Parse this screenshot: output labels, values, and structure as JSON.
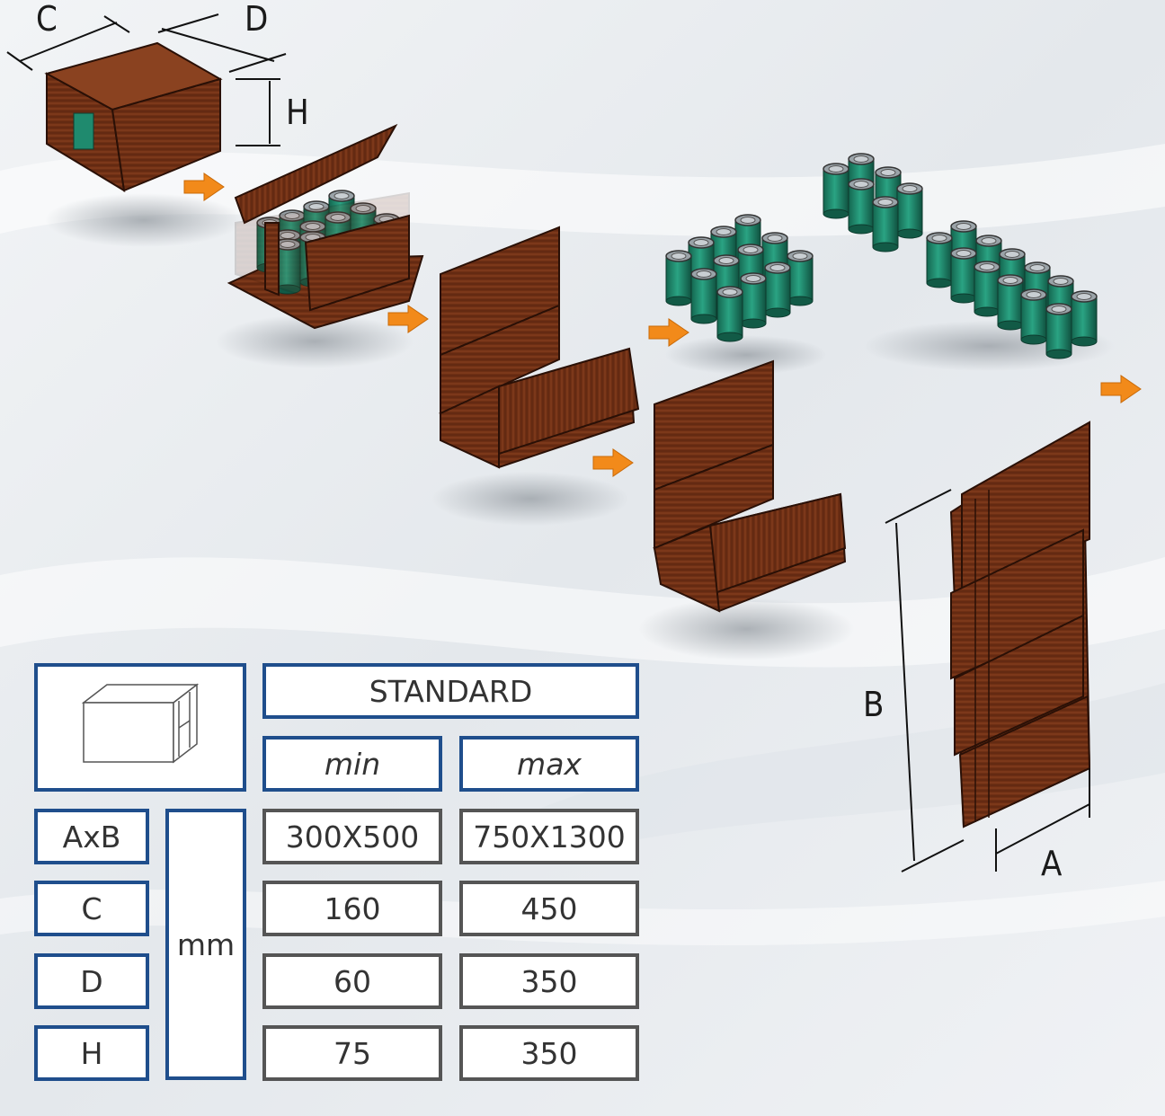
{
  "dimension_labels": {
    "c": "C",
    "d": "D",
    "h": "H",
    "a": "A",
    "b": "B"
  },
  "table": {
    "header": "STANDARD",
    "min_label": "min",
    "max_label": "max",
    "unit": "mm",
    "rows": [
      {
        "label": "AxB",
        "min": "300X500",
        "max": "750X1300"
      },
      {
        "label": "C",
        "min": "160",
        "max": "450"
      },
      {
        "label": "D",
        "min": "60",
        "max": "350"
      },
      {
        "label": "H",
        "min": "75",
        "max": "350"
      }
    ]
  },
  "colors": {
    "cardboard": "#6e2f14",
    "cardboard_light": "#8a4220",
    "can_green": "#1f8a6e",
    "can_top": "#9aa3a8",
    "arrow_orange": "#f28a1a",
    "table_blue": "#1f4e8c",
    "table_grey": "#555555"
  }
}
